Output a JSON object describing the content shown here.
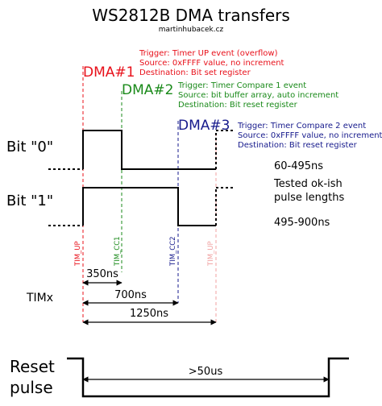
{
  "title": "WS2812B DMA transfers",
  "subtitle": "martinhubacek.cz",
  "dma1": {
    "label": "DMA#1",
    "lines": [
      "Trigger: Timer UP event (overflow)",
      "Source: 0xFFFF value, no increment",
      "Destination: Bit set register"
    ],
    "color": "#e8101a"
  },
  "dma2": {
    "label": "DMA#2",
    "lines": [
      "Trigger: Timer Compare 1 event",
      "Source: bit buffer array, auto increment",
      "Destination: Bit reset register"
    ],
    "color": "#1a8a1a"
  },
  "dma3": {
    "label": "DMA#3",
    "lines": [
      "Trigger: Timer Compare 2 event",
      "Source: 0xFFFF value, no increment",
      "Destination: Bit reset register"
    ],
    "color": "#161a8c"
  },
  "signals": {
    "bit0": "Bit \"0\"",
    "bit1": "Bit \"1\"",
    "timx": "TIMx",
    "reset": "Reset",
    "pulse": "pulse"
  },
  "markers": {
    "tim_up": {
      "label": "TIM_UP",
      "color": "#e8101a"
    },
    "tim_cc1": {
      "label": "TIM_CC1",
      "color": "#1a8a1a"
    },
    "tim_cc2": {
      "label": "TIM_CC2",
      "color": "#161a8c"
    },
    "tim_up_next": {
      "label": "TIM_UP",
      "color": "#f0a0a0"
    }
  },
  "timing": {
    "t350": "350ns",
    "t700": "700ns",
    "t1250": "1250ns",
    "t50us": ">50us"
  },
  "notes": {
    "bit0_range": "60-495ns",
    "tested_line1": "Tested ok-ish",
    "tested_line2": "pulse lengths",
    "bit1_range": "495-900ns"
  }
}
